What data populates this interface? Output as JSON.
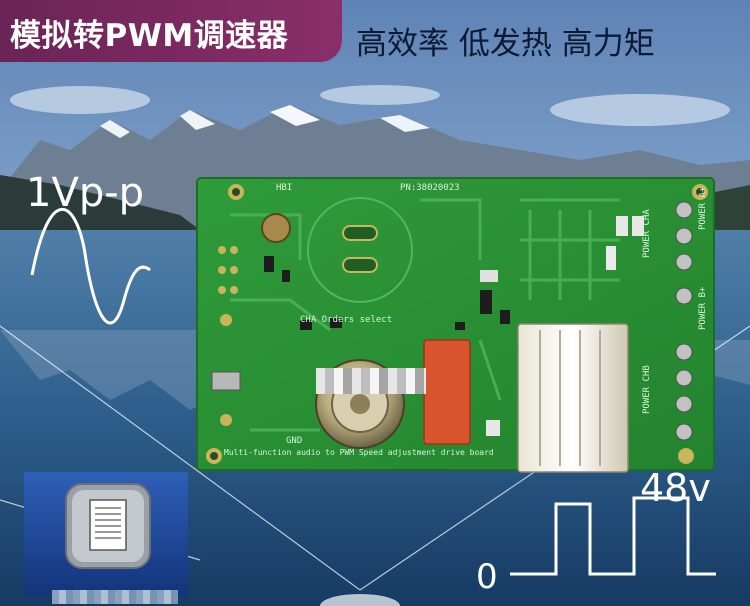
{
  "title": "模拟转PWM调速器",
  "slogan": "高效率 低发热 高力矩",
  "sine_label": "1Vp-p",
  "pwm_high_label": "48v",
  "pwm_low_label": "0",
  "board": {
    "top_label": "HBI",
    "pn": "PN:38020023",
    "select_label": "CHA Orders select",
    "bottom_text": "Multi-function audio to PWM  Speed adjustment drive board",
    "gnd": "GND",
    "power_labels": [
      "POWER CHA",
      "POWER CHB",
      "POWER A+",
      "POWER B+"
    ]
  },
  "icon": "document-icon",
  "colors": {
    "title_bg": "#7a2960",
    "pcb_green": "#2f9a38",
    "sky": "#6d8fb8",
    "lake": "#2a5a86"
  }
}
